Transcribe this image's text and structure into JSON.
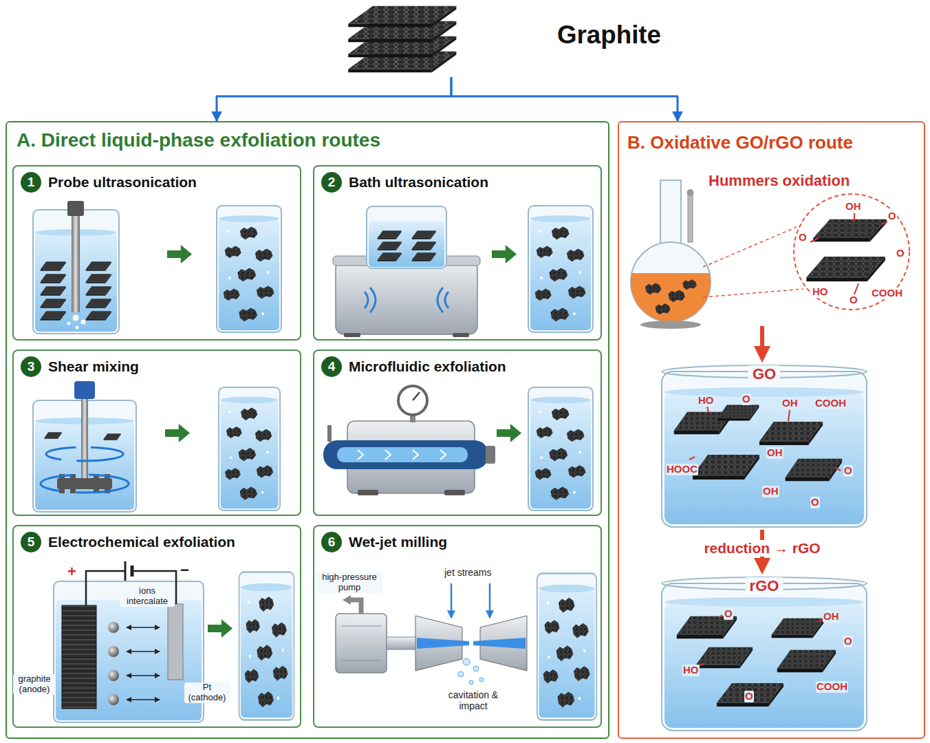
{
  "diagram": {
    "nodes": [
      {
        "text": [
          "Graphite"
        ]
      },
      {
        "text": [
          "A. Direct liquid-phase exfoliation routes"
        ]
      },
      {
        "text": [
          "1",
          "Probe ultrasonication"
        ],
        "in": 1
      },
      {
        "text": [
          "2",
          "Bath ultrasonication"
        ],
        "in": 1
      },
      {
        "text": [
          "3",
          "Shear mixing"
        ],
        "in": 1
      },
      {
        "text": [
          "4",
          "Microfluidic exfoliation"
        ],
        "in": 1
      },
      {
        "text": [
          "5",
          "Electrochemical exfoliation"
        ],
        "in": 1
      },
      {
        "text": [
          "6",
          "Wet-jet milling"
        ],
        "in": 1
      },
      {
        "text": [
          "B. Oxidative GO/rGO route"
        ]
      },
      {
        "text": [
          "Hummers oxidation"
        ],
        "in": 8
      },
      {
        "text": [
          "GO"
        ],
        "in": 8
      },
      {
        "text": [
          "rGO"
        ],
        "in": 8
      }
    ],
    "edges": [
      {
        "from": 0,
        "to": 1,
        "arrow": "to"
      },
      {
        "from": 0,
        "to": 8,
        "arrow": "to"
      },
      {
        "from": 9,
        "to": 10,
        "arrow": "to"
      },
      {
        "from": 10,
        "to": 11,
        "label": "reduction → rGO",
        "arrow": "to"
      }
    ],
    "labels": [
      "+",
      "−",
      "ions intercalate",
      "graphite (anode)",
      "Pt (cathode)",
      "high-pressure pump",
      "jet streams",
      "cavitation & impact",
      "OH",
      "O",
      "O",
      "O",
      "HO",
      "O",
      "COOH",
      "HO",
      "O",
      "OH",
      "COOH",
      "HOOC",
      "OH",
      "O",
      "OH",
      "O",
      "O",
      "OH",
      "O",
      "HO",
      "COOH",
      "O"
    ]
  }
}
